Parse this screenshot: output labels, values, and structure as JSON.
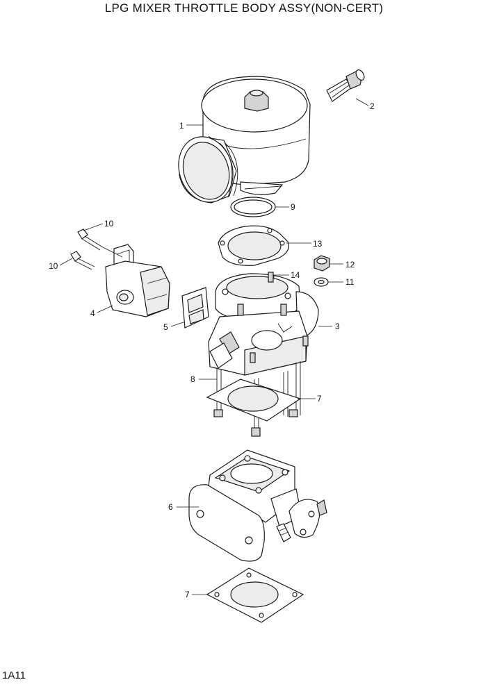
{
  "title": "LPG MIXER THROTTLE BODY ASSY(NON-CERT)",
  "page_code": "1A11",
  "callouts": {
    "mixer_body": "1",
    "hose_fitting": "2",
    "throttle_body": "3",
    "actuator": "4",
    "actuator_gasket": "5",
    "adapter": "6",
    "gasket_upper": "7",
    "gasket_lower": "7",
    "stud": "8",
    "o_ring": "9",
    "bolt_upper": "10",
    "bolt_lower": "10",
    "washer": "11",
    "nut": "12",
    "mixer_gasket": "13",
    "stud_top": "14"
  }
}
